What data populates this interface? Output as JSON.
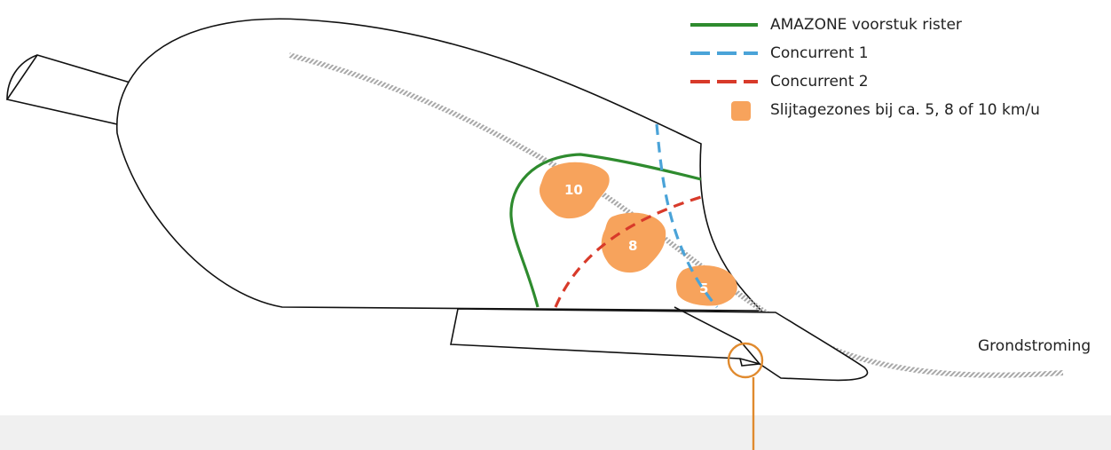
{
  "legend": {
    "items": [
      {
        "label": "AMAZONE voorstuk rister",
        "color": "#2e8b2e",
        "style": "solid-line"
      },
      {
        "label": "Concurrent 1",
        "color": "#4aa3d8",
        "style": "dashed-line"
      },
      {
        "label": "Concurrent 2",
        "color": "#d83a2a",
        "style": "dashed-line"
      },
      {
        "label": "Slijtagezones bij ca. 5, 8 of 10 km/u",
        "color": "#f7a35c",
        "style": "filled-square"
      }
    ]
  },
  "diagram": {
    "ground_flow_label": "Grondstroming",
    "wear_zones": [
      {
        "label": "10"
      },
      {
        "label": "8"
      },
      {
        "label": "5"
      }
    ],
    "colors": {
      "outline": "#111111",
      "soil_flow": "#bdbdbd",
      "highlight_circle": "#e08a2e",
      "ground_band": "#f0f0f0"
    }
  }
}
